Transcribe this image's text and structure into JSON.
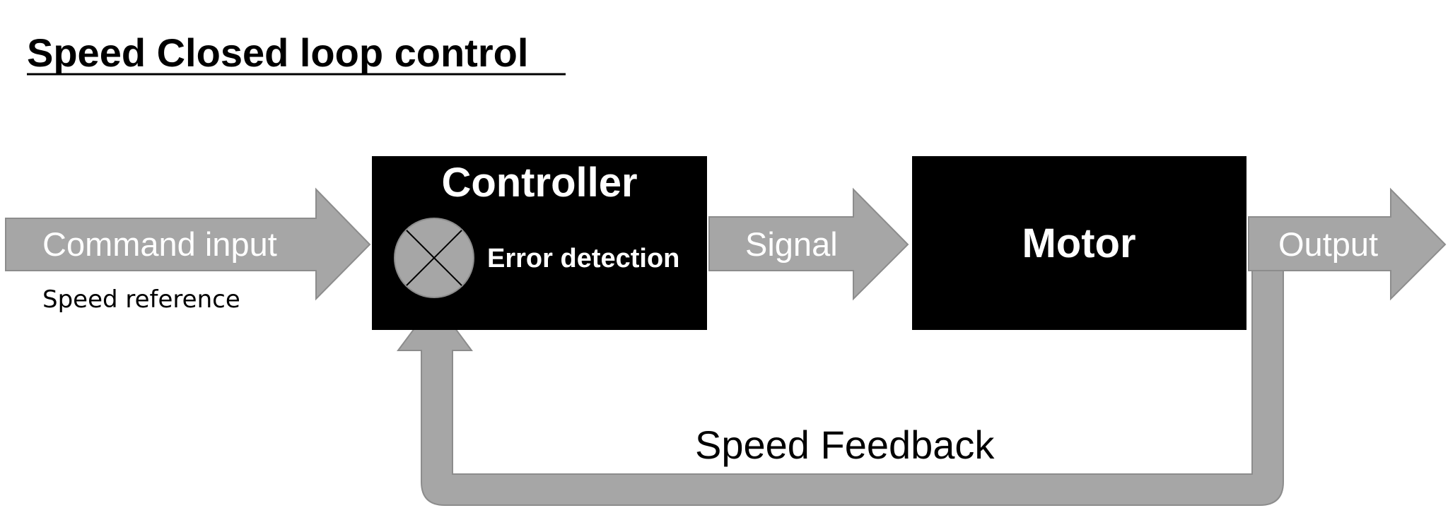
{
  "title": "Speed Closed loop control",
  "input_arrow": {
    "label": "Command input",
    "caption": "Speed reference"
  },
  "controller": {
    "title": "Controller",
    "sub_label": "Error detection",
    "summing_icon": "summing-junction"
  },
  "signal_arrow": {
    "label": "Signal"
  },
  "motor": {
    "title": "Motor"
  },
  "output_arrow": {
    "label": "Output"
  },
  "feedback": {
    "label": "Speed Feedback"
  },
  "colors": {
    "arrow_fill": "#a6a6a6",
    "arrow_stroke": "#8c8c8c",
    "block_fill": "#000000",
    "text_on_dark": "#ffffff"
  }
}
